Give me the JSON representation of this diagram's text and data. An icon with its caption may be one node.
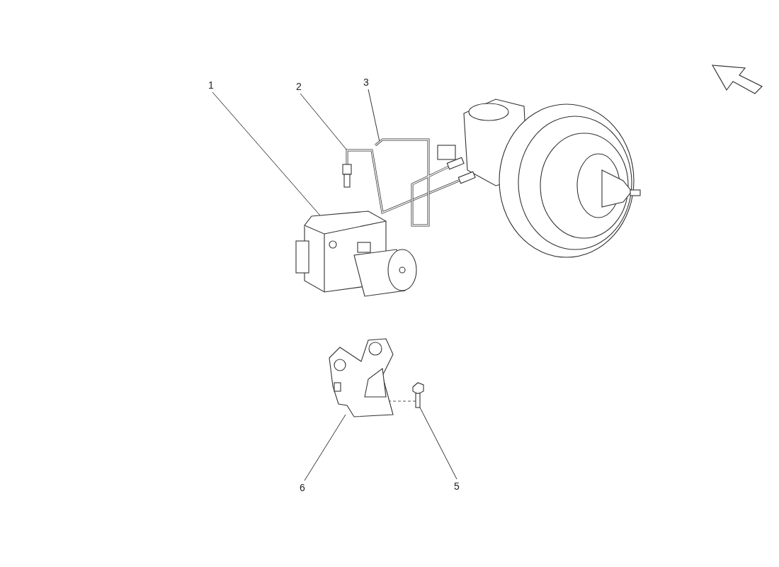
{
  "diagram": {
    "nodes": [
      {
        "text": [
          "1"
        ]
      },
      {
        "text": [
          "2"
        ]
      },
      {
        "text": [
          "3"
        ]
      },
      {
        "text": [
          "5"
        ]
      },
      {
        "text": [
          "6"
        ]
      },
      {
        "text": [],
        "shape": "picture"
      },
      {
        "text": [],
        "shape": "picture"
      },
      {
        "text": [],
        "shape": "picture"
      },
      {
        "text": [],
        "shape": "picture"
      },
      {
        "text": [],
        "shape": "picture"
      }
    ],
    "edges": [
      {
        "from": 0,
        "to": 5,
        "arrow": "none"
      },
      {
        "from": 1,
        "to": 6,
        "arrow": "none"
      },
      {
        "from": 2,
        "to": 7,
        "arrow": "none"
      },
      {
        "from": 3,
        "to": 8,
        "arrow": "none"
      },
      {
        "from": 4,
        "to": 9,
        "arrow": "none"
      },
      {
        "from": 8,
        "to": 9,
        "arrow": "none",
        "style": "dashed"
      }
    ]
  }
}
